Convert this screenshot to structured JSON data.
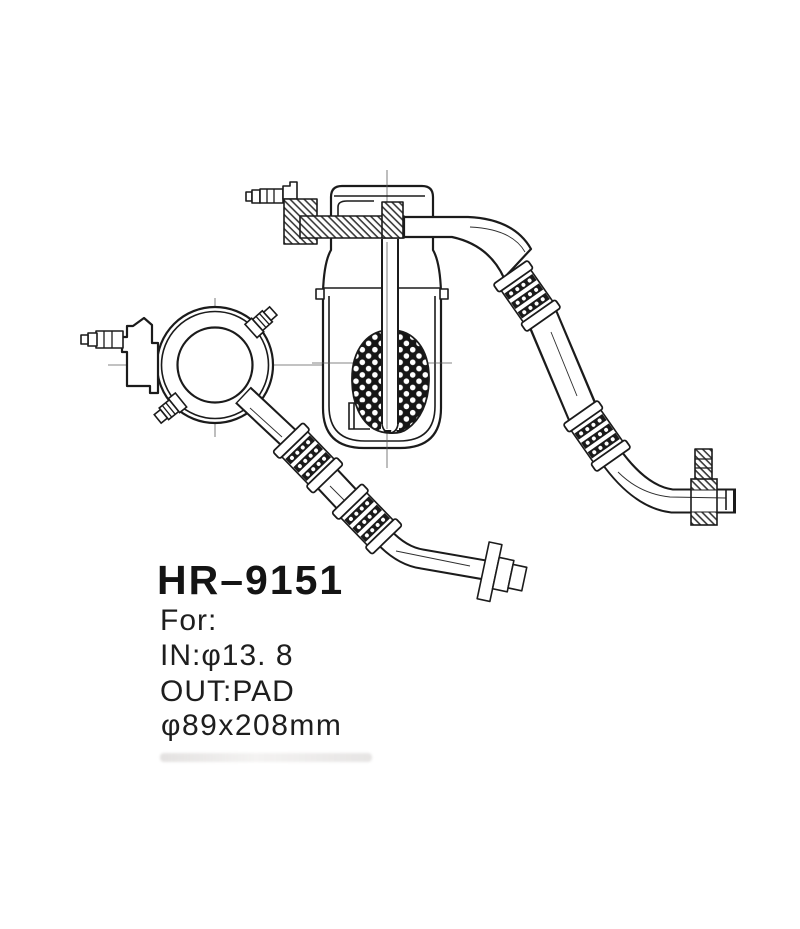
{
  "part": {
    "part_number": "HR–9151",
    "for_label": "For:",
    "spec_in": "IN:φ13. 8",
    "spec_out": "OUT:PAD",
    "spec_size": "φ89x208mm"
  },
  "drawing": {
    "line_color": "#1b1b1b",
    "background_color": "#ffffff",
    "views": [
      "receiver-drier side cutaway view",
      "receiver-drier top view"
    ],
    "parts_depicted": [
      "inlet fitting with service valve stem",
      "desiccant bag",
      "internal pickup tube",
      "crimped discharge hose with service-valve end fitting",
      "crimped suction hose with pad-flange end fitting",
      "charge ports"
    ]
  }
}
